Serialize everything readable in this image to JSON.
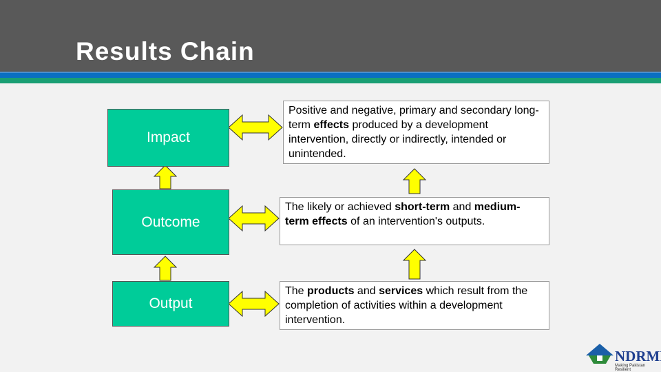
{
  "slide": {
    "title": "Results Chain"
  },
  "levels": [
    {
      "label": "Impact",
      "desc_parts": [
        [
          "Positive and negative, primary and secondary long-term ",
          false
        ],
        [
          "effects",
          true
        ],
        [
          " produced by a development intervention, directly or indirectly, intended or unintended.",
          false
        ]
      ]
    },
    {
      "label": "Outcome",
      "desc_parts": [
        [
          "The likely or achieved ",
          false
        ],
        [
          "short-term",
          true
        ],
        [
          " and ",
          false
        ],
        [
          "medium-term effects",
          true
        ],
        [
          " of an intervention's outputs.",
          false
        ]
      ]
    },
    {
      "label": "Output",
      "desc_parts": [
        [
          "The ",
          false
        ],
        [
          "products",
          true
        ],
        [
          " and ",
          false
        ],
        [
          "services",
          true
        ],
        [
          " which result from the completion of activities within a development intervention.",
          false
        ]
      ]
    }
  ],
  "logo": {
    "name": "NDRMF",
    "tagline": "Making Pakistan Resilient"
  },
  "colors": {
    "box": "#00cc99",
    "arrow": "#ffff00",
    "header": "#595959",
    "blue_bar": "#0a6fc2",
    "green_bar": "#1a9f74"
  }
}
